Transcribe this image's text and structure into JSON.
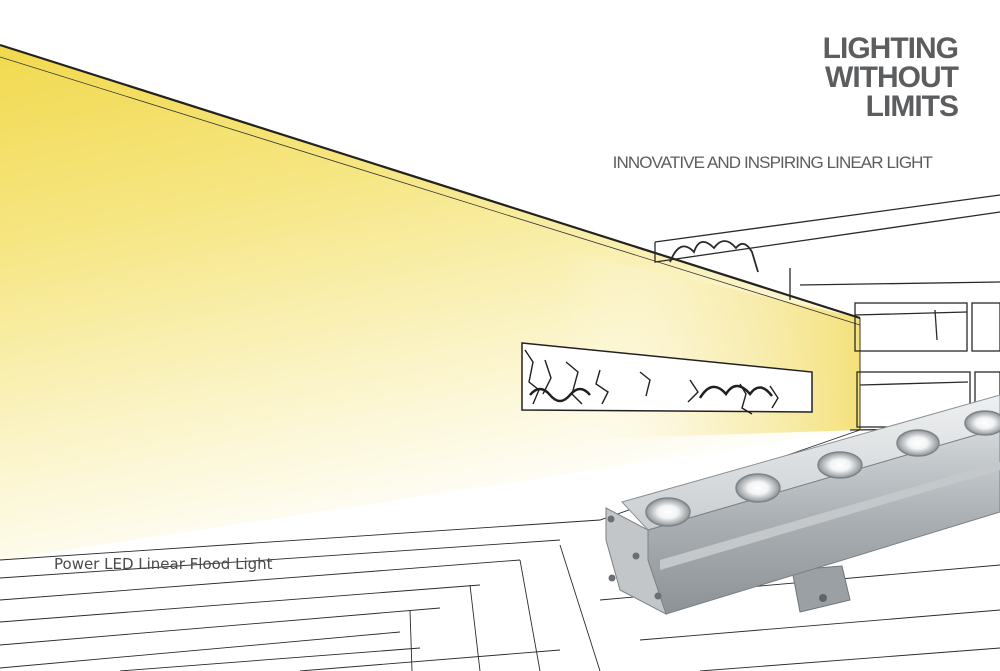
{
  "headline": {
    "line1": "LIGHTING",
    "line2": "WITHOUT",
    "line3": "LIMITS"
  },
  "tagline": "INNOVATIVE AND INSPIRING LINEAR LIGHT",
  "product_label": "Power LED Linear Flood Light",
  "colors": {
    "wash_yellow": "#f3dc5a",
    "text_grey": "#5b5d5f",
    "sketch_line": "#222222",
    "fixture_silver": "#b9bec2"
  }
}
